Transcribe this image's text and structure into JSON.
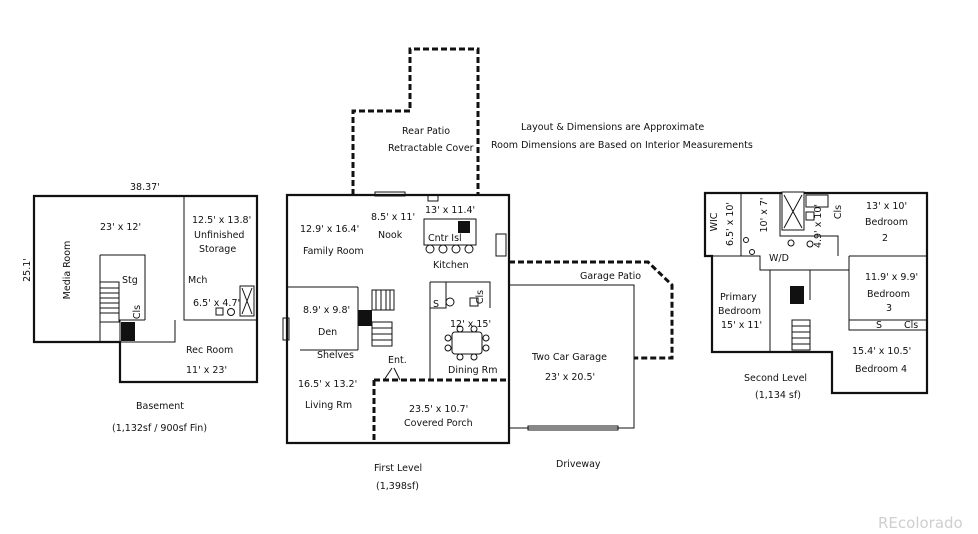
{
  "notes": {
    "line1": "Layout & Dimensions are Approximate",
    "line2": "Room Dimensions are Based on Interior Measurements"
  },
  "basement": {
    "width_dim": "38.37'",
    "depth_dim": "25.1'",
    "media_room": "Media Room",
    "media_dim": "23' x 12'",
    "storage_dim": "12.5' x 13.8'",
    "storage_l1": "Unfinished",
    "storage_l2": "Storage",
    "stg": "Stg",
    "mch": "Mch",
    "cls": "Cls",
    "bath_dim": "6.5' x 4.7'",
    "rec_room": "Rec Room",
    "rec_dim": "11' x 23'",
    "title": "Basement",
    "area": "(1,132sf / 900sf Fin)"
  },
  "first": {
    "rear_patio": "Rear Patio",
    "retractable": "Retractable Cover",
    "family_dim": "12.9' x 16.4'",
    "family_room": "Family Room",
    "nook_dim": "8.5' x 11'",
    "nook": "Nook",
    "kitchen_dim": "13' x 11.4'",
    "cntr_isl": "Cntr Isl",
    "kitchen": "Kitchen",
    "den_dim": "8.9' x 9.8'",
    "den": "Den",
    "shelves": "Shelves",
    "ent": "Ent.",
    "s": "S",
    "cls": "Cls",
    "dining_dim": "12' x 15'",
    "dining": "Dining Rm",
    "living_dim": "16.5' x 13.2'",
    "living": "Living Rm",
    "porch_dim": "23.5' x 10.7'",
    "porch": "Covered Porch",
    "garage_patio": "Garage Patio",
    "garage": "Two Car Garage",
    "garage_dim": "23' x 20.5'",
    "driveway": "Driveway",
    "title": "First Level",
    "area": "(1,398sf)"
  },
  "second": {
    "wic": "WIC",
    "wic_dim": "6.5' x 10'",
    "bath1_dim": "10' x 7'",
    "bath2_dim": "4.9' x 10'",
    "cls": "Cls",
    "s": "S",
    "bed2_dim": "13' x 10'",
    "bed2": "Bedroom",
    "bed2_num": "2",
    "wd": "W/D",
    "primary_l1": "Primary",
    "primary_l2": "Bedroom",
    "primary_dim": "15' x 11'",
    "bed3_dim": "11.9' x 9.9'",
    "bed3": "Bedroom",
    "bed3_num": "3",
    "bed4_dim": "15.4' x 10.5'",
    "bed4": "Bedroom 4",
    "title": "Second Level",
    "area": "(1,134 sf)"
  },
  "brand": "REcolorado"
}
